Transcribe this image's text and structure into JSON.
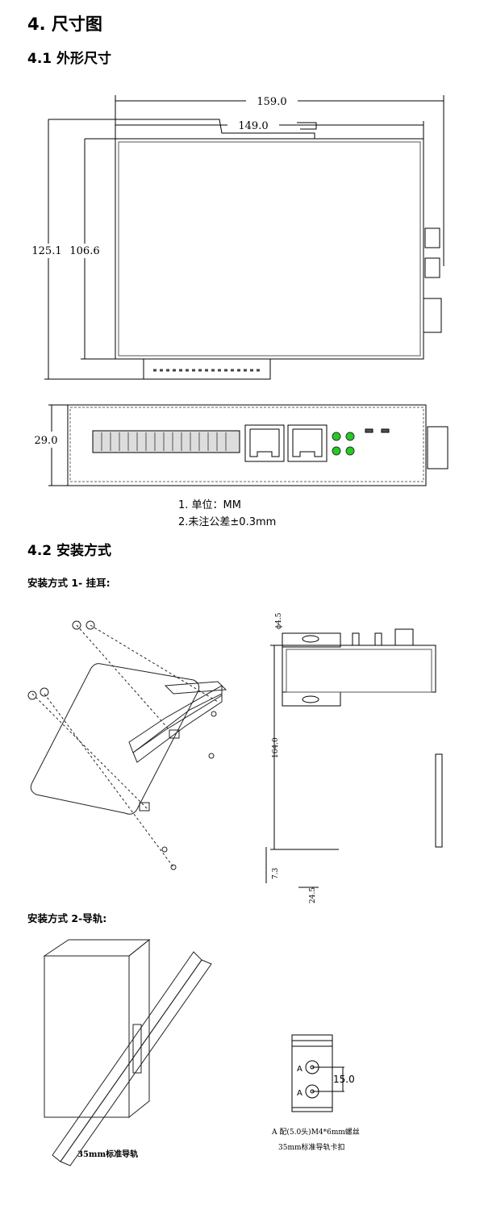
{
  "heading": "4. 尺寸图",
  "section_1": {
    "title": "4.1 外形尺寸",
    "dims": {
      "total_width": "159.0",
      "body_width": "149.0",
      "total_height": "125.1",
      "body_height": "106.6",
      "depth": "29.0"
    },
    "notes": [
      "1. 单位：MM",
      "2.未注公差±0.3mm"
    ]
  },
  "section_2": {
    "title": "4.2 安装方式",
    "method_1": {
      "title": "安装方式 1-  挂耳:",
      "dims": {
        "hole": "ϕ4.5",
        "height": "164.0",
        "offset": "7.3",
        "spacing": "24.5"
      }
    },
    "method_2": {
      "title": "安装方式 2-导轨:",
      "rail_label": "35mm标准导轨",
      "clip_dim": "15.0",
      "screw_marker": "A",
      "screw_note": "A 配(5.0头)M4*6mm螺丝",
      "clip_label": "35mm标准导轨卡扣"
    }
  },
  "colors": {
    "led": "#22cc22"
  }
}
